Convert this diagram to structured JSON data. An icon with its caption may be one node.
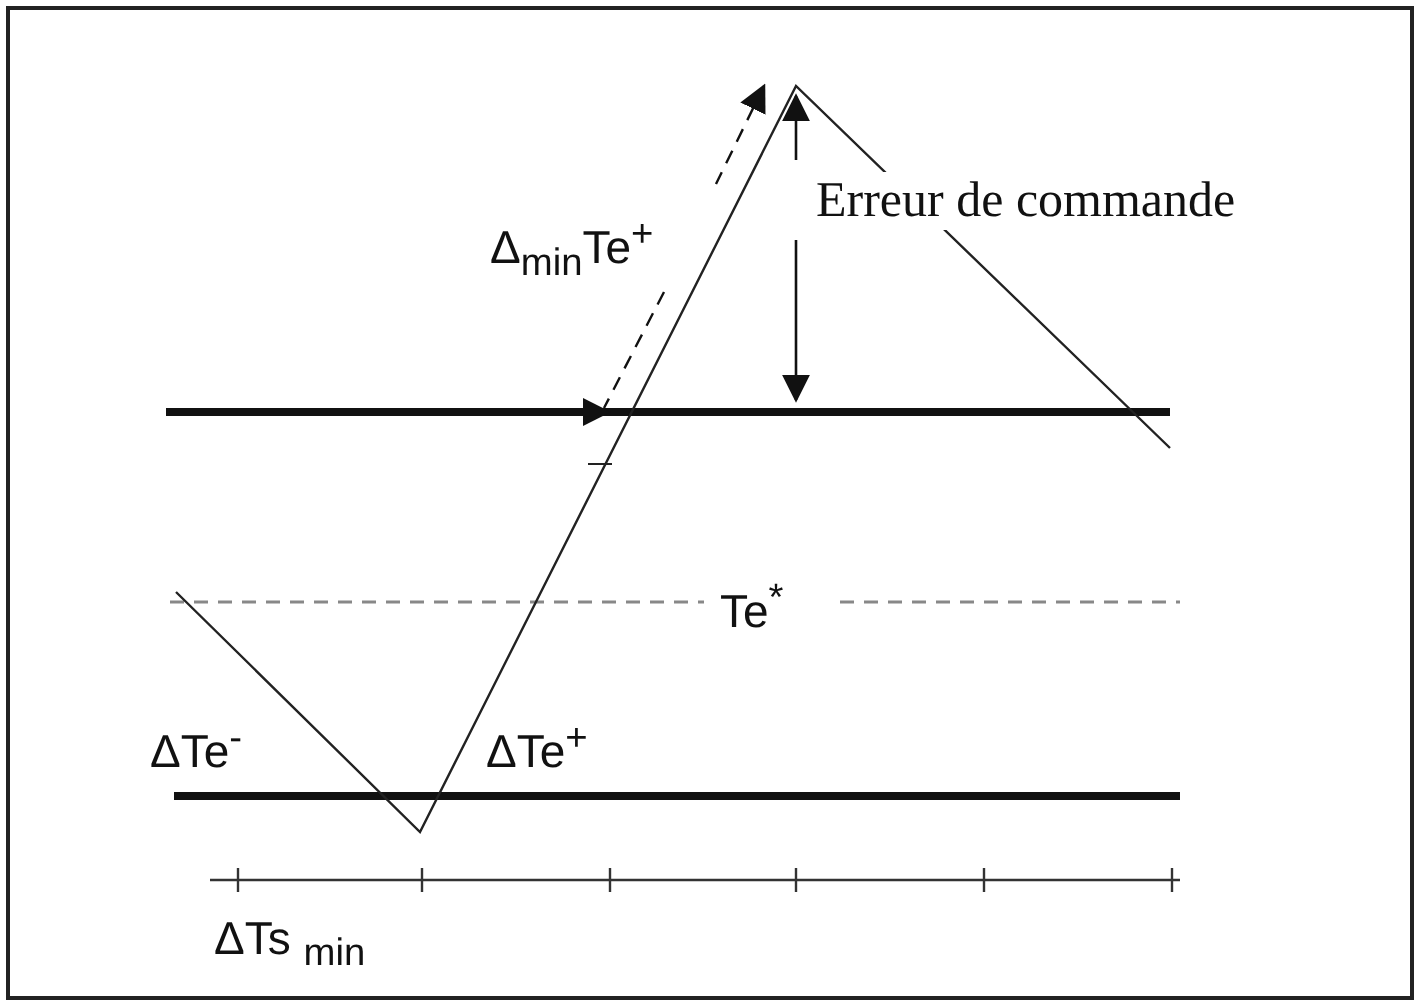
{
  "diagram": {
    "labels": [
      "Δ$_{min}$Te$^{+}$",
      "Erreur de commande",
      "Te$^{*}$",
      "ΔTe$^{-}$",
      "ΔTe$^{+}$",
      "ΔTs $_{min}$"
    ]
  }
}
